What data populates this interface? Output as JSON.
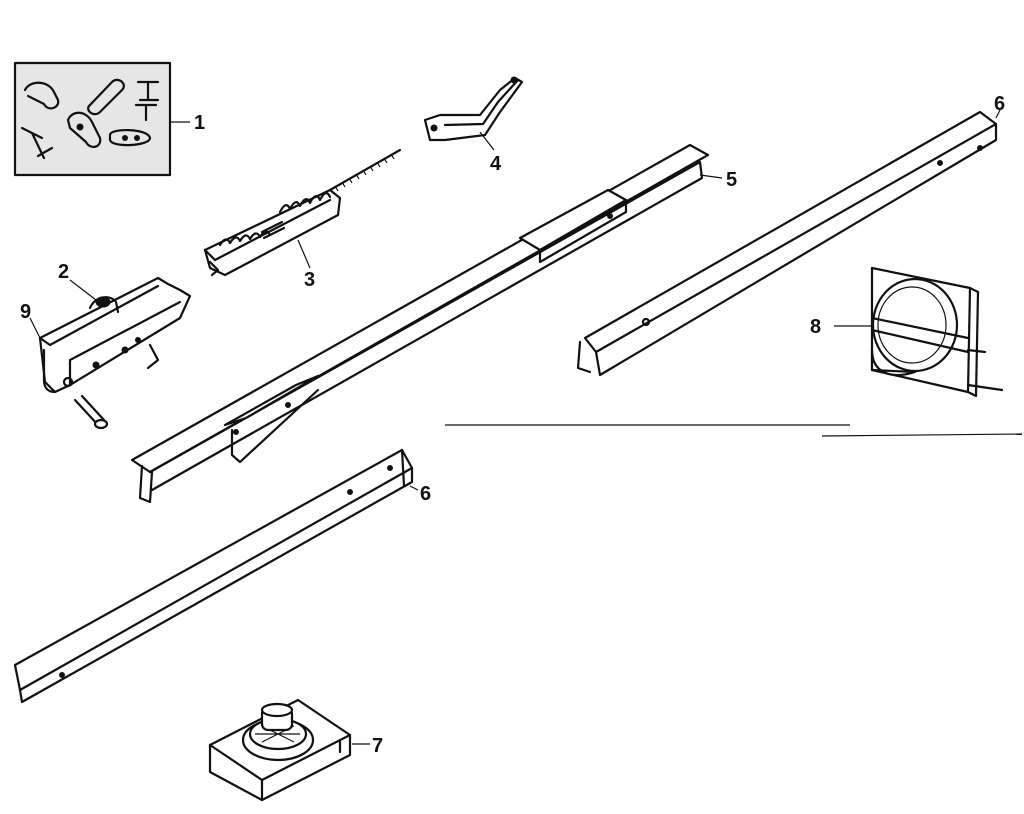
{
  "diagram": {
    "callouts": [
      {
        "id": "1",
        "label": "1"
      },
      {
        "id": "2",
        "label": "2"
      },
      {
        "id": "3",
        "label": "3"
      },
      {
        "id": "4",
        "label": "4"
      },
      {
        "id": "5",
        "label": "5"
      },
      {
        "id": "6a",
        "label": "6"
      },
      {
        "id": "6b",
        "label": "6"
      },
      {
        "id": "7",
        "label": "7"
      },
      {
        "id": "8",
        "label": "8"
      },
      {
        "id": "9",
        "label": "9"
      }
    ]
  },
  "colors": {
    "ink": "#111111",
    "paper": "#ffffff",
    "stipple": "#cfcfcf"
  }
}
